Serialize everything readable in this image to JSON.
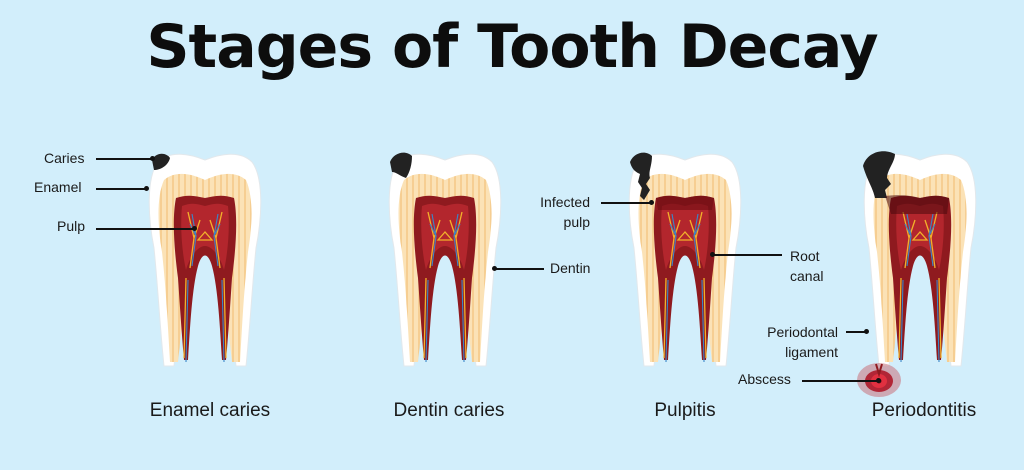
{
  "title": "Stages of Tooth Decay",
  "colors": {
    "background": "#d2eefb",
    "enamel": "#ffffff",
    "enamel_shadow": "#e6e6e6",
    "dentin": "#fbe2b6",
    "dentin_stripe": "#f2c27a",
    "pulp_outer": "#8f1a1f",
    "pulp_inner": "#b3262d",
    "nerve_yellow": "#f2b02a",
    "nerve_blue": "#3a86c8",
    "caries": "#222222",
    "abscess": "#d4283a"
  },
  "stages": [
    {
      "caption": "Enamel caries",
      "icon": "tooth-enamel-caries-icon"
    },
    {
      "caption": "Dentin caries",
      "icon": "tooth-dentin-caries-icon"
    },
    {
      "caption": "Pulpitis",
      "icon": "tooth-pulpitis-icon"
    },
    {
      "caption": "Periodontitis",
      "icon": "tooth-periodontitis-icon"
    }
  ],
  "labels": {
    "caries": "Caries",
    "enamel": "Enamel",
    "pulp": "Pulp",
    "dentin": "Dentin",
    "infected_pulp_1": "Infected",
    "infected_pulp_2": "pulp",
    "root_canal_1": "Root",
    "root_canal_2": "canal",
    "periodontal_1": "Periodontal",
    "periodontal_2": "ligament",
    "abscess": "Abscess"
  }
}
